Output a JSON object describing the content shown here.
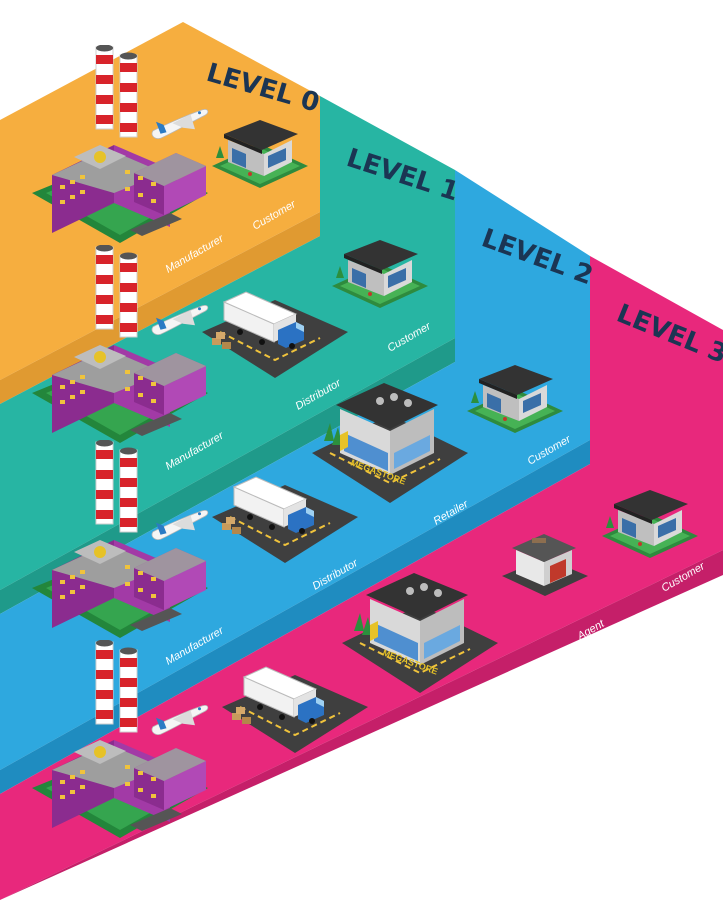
{
  "levels": [
    {
      "title": "LEVEL 0",
      "color": "#f6ae3f",
      "roles": [
        "Manufacturer",
        "Customer"
      ]
    },
    {
      "title": "LEVEL 1",
      "color": "#27b5a3",
      "roles": [
        "Manufacturer",
        "Distributor",
        "Customer"
      ]
    },
    {
      "title": "LEVEL 2",
      "color": "#2ea8df",
      "roles": [
        "Manufacturer",
        "Distributor",
        "Retailer",
        "Customer"
      ]
    },
    {
      "title": "LEVEL 3",
      "color": "#e8287c",
      "roles": [
        "Manufacturer",
        "Distributor",
        "Retailer",
        "Agent",
        "Customer"
      ]
    }
  ],
  "store_sign": "MEGASTORE",
  "icons": [
    "factory-icon",
    "airplane-icon",
    "truck-icon",
    "store-icon",
    "agent-kiosk-icon",
    "house-icon"
  ]
}
